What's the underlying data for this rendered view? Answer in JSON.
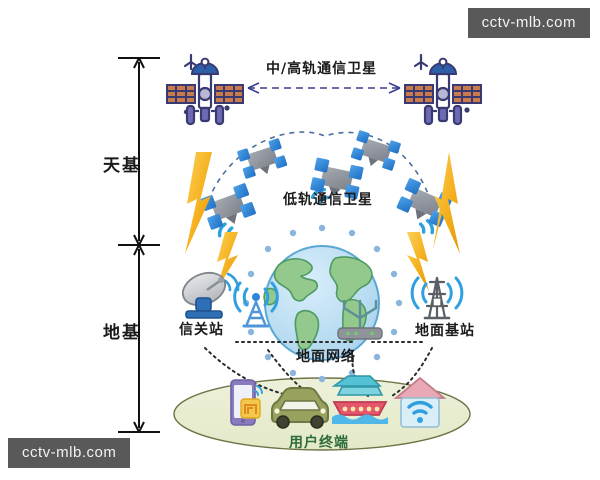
{
  "watermarks": {
    "top_right": "cctv-mlb.com",
    "bottom_left": "cctv-mlb.com"
  },
  "axis": {
    "name": "vertical-tier-axis",
    "segments": [
      {
        "label": "天基"
      },
      {
        "label": "地基"
      }
    ]
  },
  "labels": {
    "geo_satellites": "中/高轨通信卫星",
    "leo_satellites": "低轨通信卫星",
    "gateway_station": "信关站",
    "ground_base_station": "地面基站",
    "ground_network": "地面网络",
    "user_terminals": "用户终端"
  },
  "nodes": {
    "geo_left": "geo-satellite-left",
    "geo_right": "geo-satellite-right",
    "leo": [
      "leo-satellite-1",
      "leo-satellite-2",
      "leo-satellite-3",
      "leo-satellite-4",
      "leo-satellite-5"
    ],
    "earth": "earth-globe",
    "gateway": "gateway-dish",
    "gateway_tower": "gateway-tower",
    "base_station": "ground-base-station-tower",
    "router": "network-router",
    "terminals": [
      "smartphone-terminal",
      "car-terminal",
      "ship-terminal",
      "smart-home-terminal"
    ]
  },
  "colors": {
    "geo_body": "#3a3a72",
    "geo_dish": "#2d5fa8",
    "geo_panel": "#c97b4e",
    "leo_body": "#8c9199",
    "leo_panel": "#2f86d8",
    "bolt": "#f5b01e",
    "earth_ocean": "#bcdcf0",
    "earth_land": "#93c98c",
    "ground_ellipse": "#e9eed3",
    "wave_blue": "#2f9fe0",
    "axis_stroke": "#111111",
    "watermark_bg": "#595959",
    "watermark_text": "#f2f2f2"
  }
}
